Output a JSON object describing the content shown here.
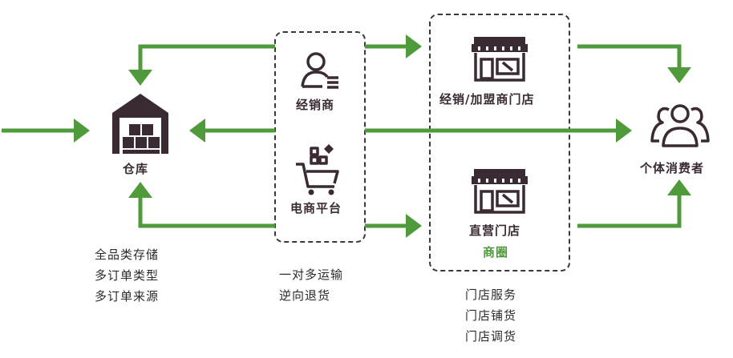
{
  "nodes": {
    "warehouse": "仓库",
    "distributor": "经销商",
    "ecommerce": "电商平台",
    "franchise_store": "经销/加盟商门店",
    "direct_store": "直营门店",
    "business_circle": "商圈",
    "consumer": "个体消费者"
  },
  "notes": {
    "warehouse": [
      "全品类存储",
      "多订单类型",
      "多订单来源"
    ],
    "middle": [
      "一对多运输",
      "逆向退货"
    ],
    "stores": [
      "门店服务",
      "门店铺货",
      "门店调货"
    ]
  },
  "colors": {
    "arrow": "#4f9a3a",
    "icon": "#3a2a33",
    "dashed_border": "#3a3a3a"
  },
  "icons": {
    "warehouse": "warehouse-icon",
    "distributor": "person-icon",
    "ecommerce": "shopping-cart-icon",
    "franchise_store": "storefront-icon",
    "direct_store": "storefront-icon",
    "consumer": "group-icon"
  }
}
